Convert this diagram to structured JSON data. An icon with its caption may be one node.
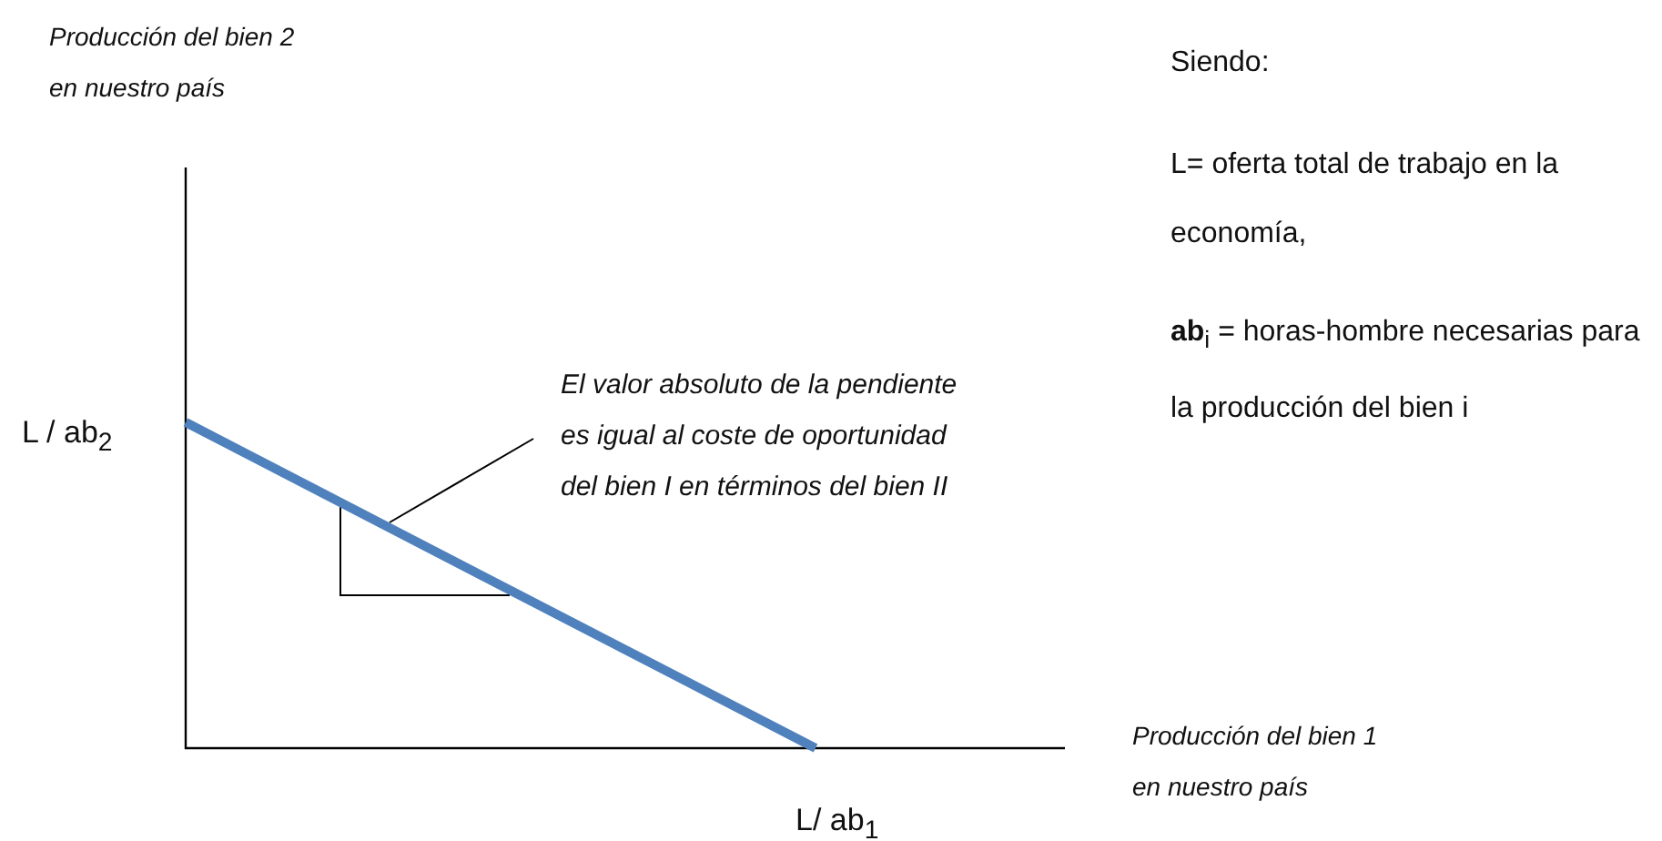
{
  "diagram": {
    "nodes": [
      {
        "text": [
          "El valor absoluto de la pendiente es igual al coste de oportunidad del bien I en términos del bien II"
        ]
      },
      {
        "text": [],
        "shape": "line"
      }
    ],
    "edges": [
      {
        "from": 0,
        "to": 1,
        "arrow": "none"
      }
    ],
    "labels": [
      "Producción del bien 2 en nuestro país",
      "Siendo:",
      "L= oferta total de trabajo en la economía,",
      "**ab**$_{i}$ = horas-hombre necesarias para la producción del bien i",
      "L / ab$_{2}$",
      "Producción del bien 1 en nuestro país",
      "L/ ab$_{1}$"
    ]
  }
}
